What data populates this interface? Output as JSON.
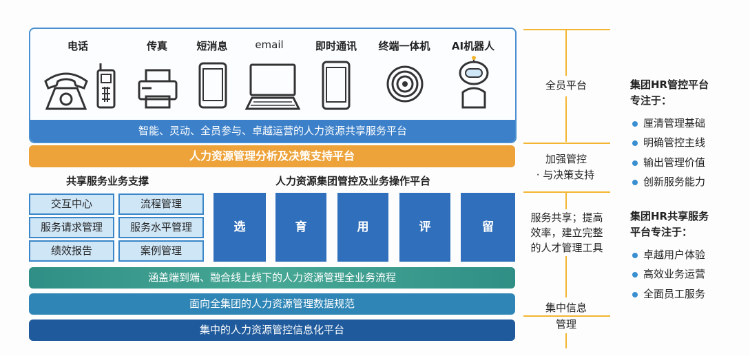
{
  "channels": [
    "电话",
    "传真",
    "短消息",
    "email",
    "即时通讯",
    "终端一体机",
    "AI机器人"
  ],
  "top_band": "智能、灵动、全员参与、卓越运营的人力资源共享服务平台",
  "orange_bar": "人力资源管理分析及决策支持平台",
  "shared_heading": "共享服务业务支撑",
  "platform_heading": "人力资源集团管控及业务操作平台",
  "shared_boxes": [
    "交互中心",
    "流程管理",
    "服务请求管理",
    "服务水平管理",
    "绩效报告",
    "案例管理"
  ],
  "blocks": [
    "选",
    "育",
    "用",
    "评",
    "留"
  ],
  "bars": [
    "涵盖端到端、融合线上线下的人力资源管理全业务流程",
    "面向全集团的人力资源管理数据规范",
    "集中的人力资源管控信息化平台"
  ],
  "axis": {
    "l1": "全员平台",
    "l2a": "加强管控",
    "l2b": "· 与决策支持",
    "l3": [
      "服务共享；提高",
      "效率，建立完整",
      "的人才管理工具"
    ],
    "l4a": "集中信息",
    "l4b": "管理"
  },
  "right": {
    "t1": [
      "集团HR管控平台",
      "专注于："
    ],
    "b1": [
      "厘清管理基础",
      "明确管控主线",
      "输出管理价值",
      "创新服务能力"
    ],
    "t2": [
      "集团HR共享服务",
      "平台专注于："
    ],
    "b2": [
      "卓越用户体验",
      "高效业务运营",
      "全面员工服务"
    ]
  },
  "colors": {
    "blue": "#3b80c9",
    "orange": "#eda33a",
    "teal": "#3a9a8a",
    "yellow": "#f2b632"
  }
}
